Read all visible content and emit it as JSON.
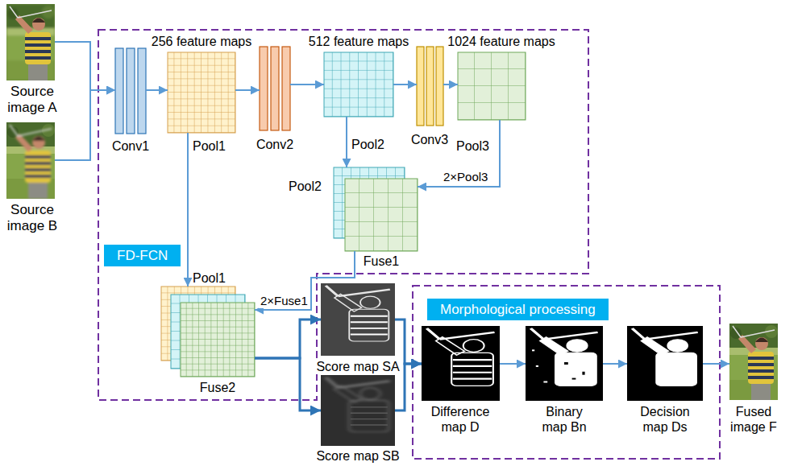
{
  "diagram": {
    "nodes": [
      {
        "text": [
          "Source image A"
        ]
      },
      {
        "text": [
          "Source image B"
        ]
      },
      {
        "text": [
          "FD-FCN"
        ]
      },
      {
        "text": [
          "Conv1"
        ],
        "in": 2
      },
      {
        "text": [
          "256 feature maps",
          "Pool1"
        ],
        "in": 2
      },
      {
        "text": [
          "Conv2"
        ],
        "in": 2
      },
      {
        "text": [
          "512 feature maps",
          "Pool2"
        ],
        "in": 2
      },
      {
        "text": [
          "Conv3"
        ],
        "in": 2
      },
      {
        "text": [
          "1024 feature maps",
          "Pool3"
        ],
        "in": 2
      },
      {
        "text": [
          "Pool2",
          "Fuse1"
        ],
        "in": 2
      },
      {
        "text": [
          "Pool1",
          "Fuse2"
        ],
        "in": 2
      },
      {
        "text": [
          "Score map SA"
        ]
      },
      {
        "text": [
          "Score map SB"
        ]
      },
      {
        "text": [
          "Morphological processing"
        ]
      },
      {
        "text": [
          "Difference map D"
        ],
        "in": 13
      },
      {
        "text": [
          "Binary map Bn"
        ],
        "in": 13
      },
      {
        "text": [
          "Decision map Ds"
        ],
        "in": 13
      },
      {
        "text": [
          "Fused image F"
        ]
      }
    ],
    "edges": [
      {
        "from": 0,
        "to": 3,
        "arrow": "to"
      },
      {
        "from": 1,
        "to": 3,
        "arrow": "to"
      },
      {
        "from": 3,
        "to": 4,
        "arrow": "to"
      },
      {
        "from": 4,
        "to": 5,
        "arrow": "to"
      },
      {
        "from": 5,
        "to": 6,
        "arrow": "to"
      },
      {
        "from": 6,
        "to": 7,
        "arrow": "to"
      },
      {
        "from": 7,
        "to": 8,
        "arrow": "to"
      },
      {
        "from": 8,
        "to": 9,
        "label": "2×Pool3",
        "arrow": "to"
      },
      {
        "from": 6,
        "to": 9,
        "arrow": "to"
      },
      {
        "from": 4,
        "to": 10,
        "arrow": "to"
      },
      {
        "from": 9,
        "to": 10,
        "label": "2×Fuse1",
        "arrow": "to"
      },
      {
        "from": 10,
        "to": 11,
        "arrow": "to"
      },
      {
        "from": 10,
        "to": 12,
        "arrow": "to"
      },
      {
        "from": 11,
        "to": 14,
        "arrow": "to"
      },
      {
        "from": 12,
        "to": 14,
        "arrow": "to"
      },
      {
        "from": 14,
        "to": 15,
        "arrow": "to"
      },
      {
        "from": 15,
        "to": 16,
        "arrow": "to"
      },
      {
        "from": 16,
        "to": 17,
        "arrow": "to"
      }
    ]
  }
}
